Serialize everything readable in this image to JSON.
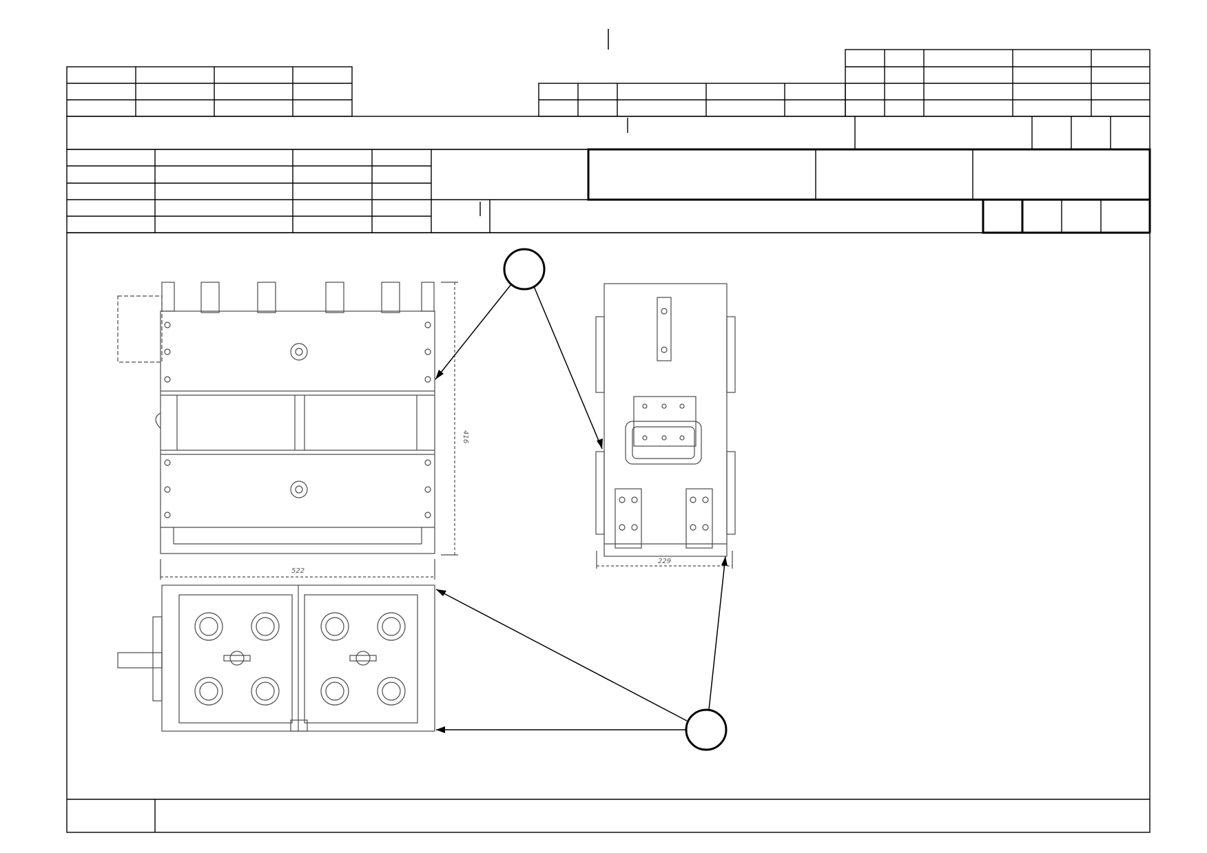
{
  "drawing": {
    "dimensions": {
      "width_front": "522",
      "height_front": "416",
      "width_side": "229"
    }
  },
  "style": {
    "line_color": "#000000",
    "sketch_color": "#4a4a4a",
    "background": "#ffffff"
  }
}
